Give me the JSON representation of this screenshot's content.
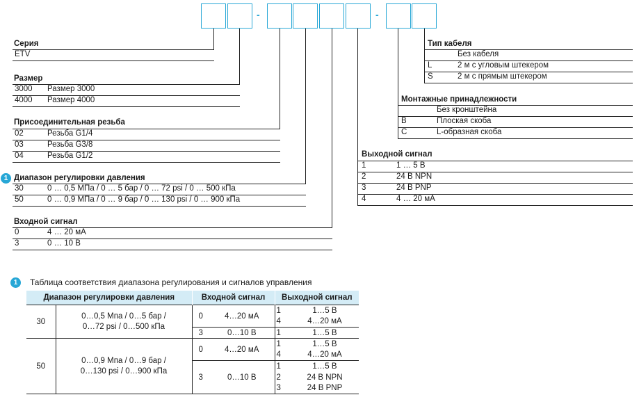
{
  "code_separators": [
    "-",
    "-"
  ],
  "series": {
    "title": "Серия",
    "rows": [
      {
        "code": "ETV",
        "label": ""
      }
    ]
  },
  "size": {
    "title": "Размер",
    "rows": [
      {
        "code": "3000",
        "label": "Размер 3000"
      },
      {
        "code": "4000",
        "label": "Размер 4000"
      }
    ]
  },
  "thread": {
    "title": "Присоединительная резьба",
    "rows": [
      {
        "code": "02",
        "label": "Резьба G1/4"
      },
      {
        "code": "03",
        "label": "Резьба G3/8"
      },
      {
        "code": "04",
        "label": "Резьба G1/2"
      }
    ]
  },
  "pressure": {
    "badge": "1",
    "title": "Диапазон регулировки давления",
    "rows": [
      {
        "code": "30",
        "label": "0 … 0,5 МПа / 0 … 5 бар / 0 … 72 psi / 0 … 500 кПа"
      },
      {
        "code": "50",
        "label": "0 … 0,9 МПа / 0 … 9 бар / 0 … 130 psi / 0 … 900 кПа"
      }
    ]
  },
  "input": {
    "title": "Входной сигнал",
    "rows": [
      {
        "code": "0",
        "label": "4 … 20 мА"
      },
      {
        "code": "3",
        "label": "0 … 10 В"
      }
    ]
  },
  "cable": {
    "title": "Тип кабеля",
    "rows": [
      {
        "code": "",
        "label": "Без кабеля"
      },
      {
        "code": "L",
        "label": "2 м с угловым штекером"
      },
      {
        "code": "S",
        "label": "2 м с прямым штекером"
      }
    ]
  },
  "mounting": {
    "title": "Монтажные принадлежности",
    "rows": [
      {
        "code": "",
        "label": "Без кронштейна"
      },
      {
        "code": "B",
        "label": "Плоская скоба"
      },
      {
        "code": "C",
        "label": "L-образная скоба"
      }
    ]
  },
  "output": {
    "title": "Выходной сигнал",
    "rows": [
      {
        "code": "1",
        "label": "1 … 5 В"
      },
      {
        "code": "2",
        "label": "24 В NPN"
      },
      {
        "code": "3",
        "label": "24 В PNP"
      },
      {
        "code": "4",
        "label": "4 … 20 мА"
      }
    ]
  },
  "table": {
    "badge": "1",
    "caption": "Таблица соответствия диапазона регулирования и сигналов управления",
    "headers": [
      "Диапазон регулировки давления",
      "Входной сигнал",
      "Выходной сигнал"
    ],
    "groups": [
      {
        "code": "30",
        "range_l1": "0…0,5 Мпа / 0…5 бар /",
        "range_l2": "0…72 psi / 0…500 кПа",
        "inputs": [
          {
            "code": "0",
            "label": "4…20 мА",
            "outputs": [
              {
                "code": "1",
                "label": "1…5 В"
              },
              {
                "code": "4",
                "label": "4…20 мА"
              }
            ]
          },
          {
            "code": "3",
            "label": "0…10 В",
            "outputs": [
              {
                "code": "1",
                "label": "1…5 В"
              }
            ]
          }
        ]
      },
      {
        "code": "50",
        "range_l1": "0…0,9 Мпа / 0…9 бар /",
        "range_l2": "0…130 psi / 0…900 кПа",
        "inputs": [
          {
            "code": "0",
            "label": "4…20 мА",
            "outputs": [
              {
                "code": "1",
                "label": "1…5 В"
              },
              {
                "code": "4",
                "label": "4…20 мА"
              }
            ]
          },
          {
            "code": "3",
            "label": "0…10 В",
            "outputs": [
              {
                "code": "1",
                "label": "1…5 В"
              },
              {
                "code": "2",
                "label": "24 В NPN"
              },
              {
                "code": "3",
                "label": "24 В PNP"
              }
            ]
          }
        ]
      }
    ]
  }
}
